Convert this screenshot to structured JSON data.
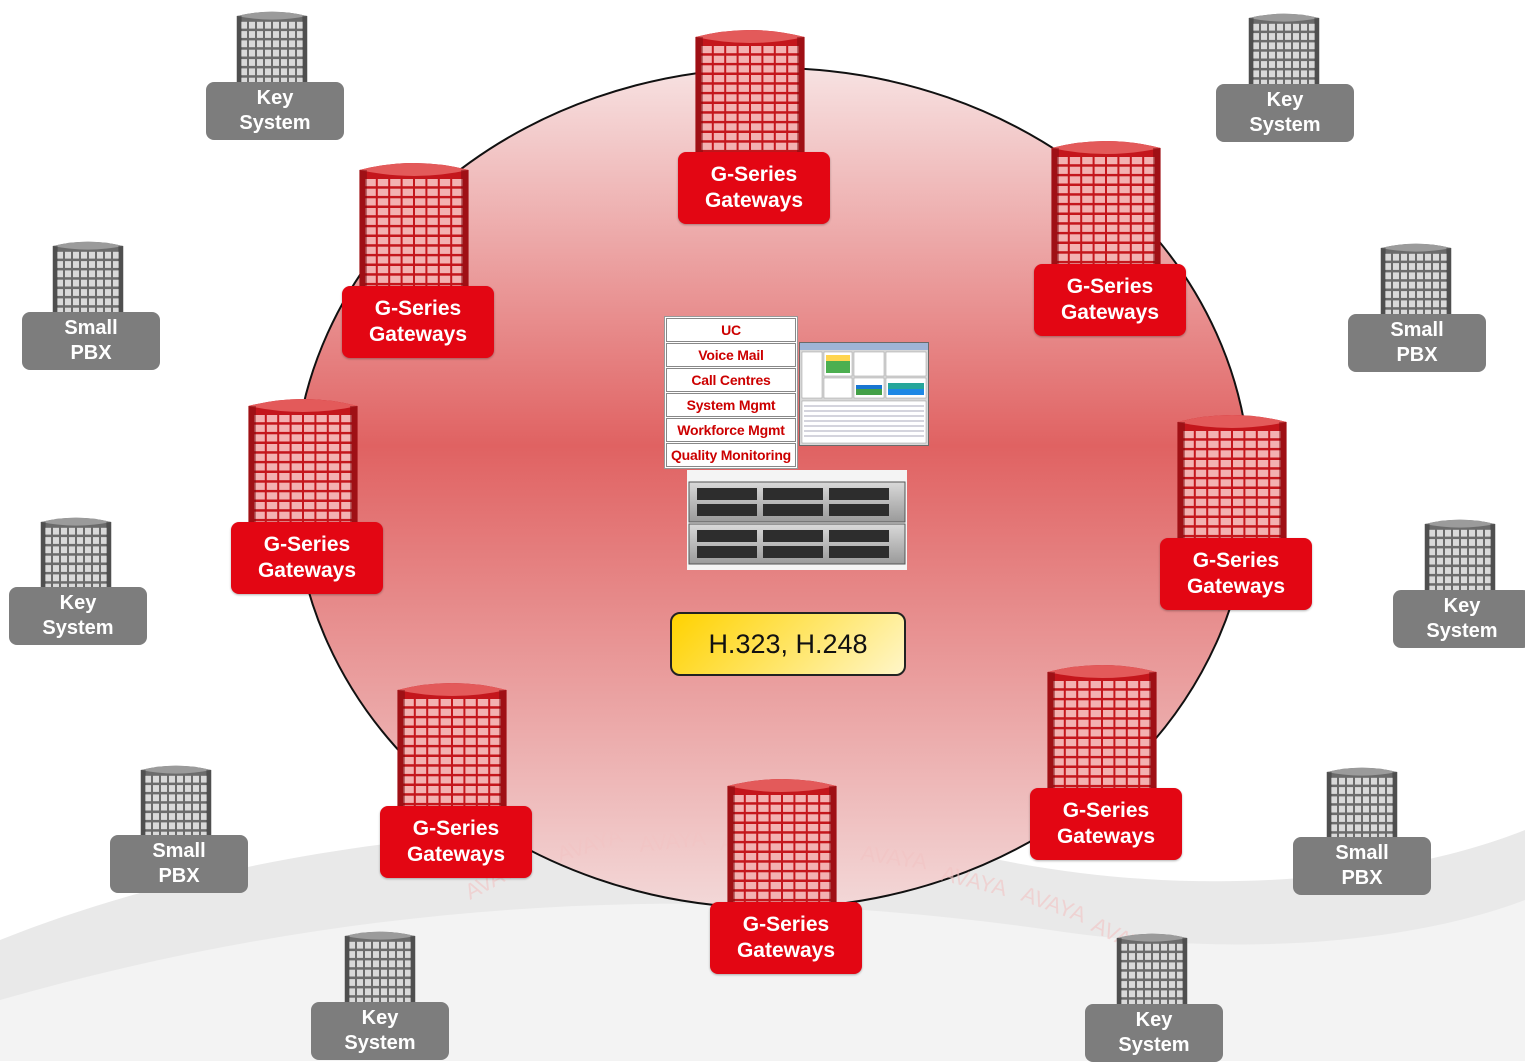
{
  "services": [
    "UC",
    "Voice Mail",
    "Call Centres",
    "System Mgmt",
    "Workforce Mgmt",
    "Quality Monitoring"
  ],
  "protocol": "H.323, H.248",
  "watermark": "AVAYA",
  "gateways": [
    {
      "line1": "G-Series",
      "line2": "Gateways"
    },
    {
      "line1": "G-Series",
      "line2": "Gateways"
    },
    {
      "line1": "G-Series",
      "line2": "Gateways"
    },
    {
      "line1": "G-Series",
      "line2": "Gateways"
    },
    {
      "line1": "G-Series",
      "line2": "Gateways"
    },
    {
      "line1": "G-Series",
      "line2": "Gateways"
    },
    {
      "line1": "G-Series",
      "line2": "Gateways"
    },
    {
      "line1": "G-Series",
      "line2": "Gateways"
    }
  ],
  "sites": [
    {
      "line1": "Key",
      "line2": "System"
    },
    {
      "line1": "Key",
      "line2": "System"
    },
    {
      "line1": "Small",
      "line2": "PBX"
    },
    {
      "line1": "Small",
      "line2": "PBX"
    },
    {
      "line1": "Key",
      "line2": "System"
    },
    {
      "line1": "Key",
      "line2": "System"
    },
    {
      "line1": "Small",
      "line2": "PBX"
    },
    {
      "line1": "Small",
      "line2": "PBX"
    },
    {
      "line1": "Key",
      "line2": "System"
    },
    {
      "line1": "Key",
      "line2": "System"
    }
  ],
  "colors": {
    "gateway": "#e30613",
    "site": "#7d7d7d",
    "ring": "#e06060",
    "protocol": "#ffd200"
  }
}
